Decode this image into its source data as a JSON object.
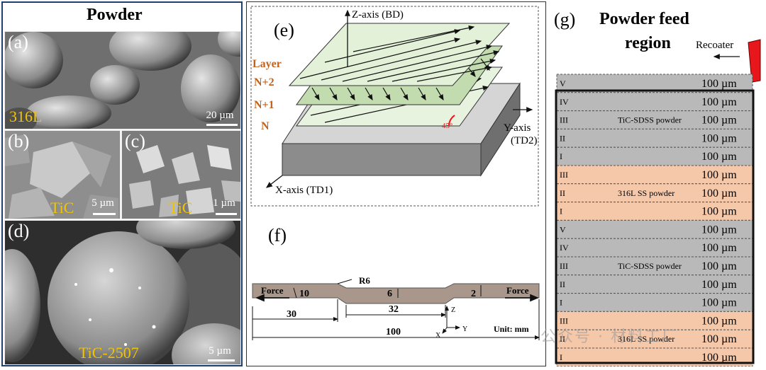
{
  "powder_panel": {
    "title": "Powder",
    "a": {
      "tag": "(a)",
      "material": "316L",
      "scale": "20 µm"
    },
    "b": {
      "tag": "(b)",
      "material": "TiC",
      "scale": "5 µm"
    },
    "c": {
      "tag": "(c)",
      "material": "TiC",
      "scale": "1 µm"
    },
    "d": {
      "tag": "(d)",
      "material": "TiC-2507",
      "scale": "5 µm"
    }
  },
  "scan_panel": {
    "tag": "(e)",
    "z_axis": "Z-axis (BD)",
    "y_axis": "Y-axis",
    "y_axis_sub": "(TD2)",
    "x_axis": "X-axis (TD1)",
    "layer_title": "Layer",
    "layers": [
      "N+2",
      "N+1",
      "N"
    ],
    "angle": "45°"
  },
  "specimen_panel": {
    "tag": "(f)",
    "radius": "R6",
    "force_left": "Force",
    "force_right": "Force",
    "dim_width": "10",
    "dim_gauge_width": "6",
    "dim_thickness": "2",
    "dim_grip": "30",
    "dim_gauge_length": "32",
    "dim_total": "100",
    "unit": "Unit: mm",
    "axis_z": "Z",
    "axis_y": "Y",
    "axis_x": "X"
  },
  "feed_panel": {
    "tag": "(g)",
    "title_line1": "Powder feed",
    "title_line2": "region",
    "recoater": "Recoater",
    "layers": [
      {
        "num": "V",
        "thickness": "100 µm",
        "type": "tic"
      },
      {
        "num": "IV",
        "thickness": "100 µm",
        "type": "tic"
      },
      {
        "num": "III",
        "thickness": "100 µm",
        "type": "tic",
        "label": "TiC-SDSS powder"
      },
      {
        "num": "II",
        "thickness": "100 µm",
        "type": "tic"
      },
      {
        "num": "I",
        "thickness": "100 µm",
        "type": "tic"
      },
      {
        "num": "III",
        "thickness": "100 µm",
        "type": "ss"
      },
      {
        "num": "II",
        "thickness": "100 µm",
        "type": "ss",
        "label": "316L SS powder"
      },
      {
        "num": "I",
        "thickness": "100 µm",
        "type": "ss"
      },
      {
        "num": "V",
        "thickness": "100 µm",
        "type": "tic"
      },
      {
        "num": "IV",
        "thickness": "100 µm",
        "type": "tic"
      },
      {
        "num": "III",
        "thickness": "100 µm",
        "type": "tic",
        "label": "TiC-SDSS powder"
      },
      {
        "num": "II",
        "thickness": "100 µm",
        "type": "tic"
      },
      {
        "num": "I",
        "thickness": "100 µm",
        "type": "tic"
      },
      {
        "num": "III",
        "thickness": "100 µm",
        "type": "ss"
      },
      {
        "num": "II",
        "thickness": "100 µm",
        "type": "ss",
        "label": "316L SS powder"
      },
      {
        "num": "I",
        "thickness": "100 µm",
        "type": "ss"
      }
    ],
    "colors": {
      "tic": "#b9b9b9",
      "ss": "#f6c8aa",
      "recoater": "#e8171c"
    }
  },
  "watermark": "公众号 · 材料工厂"
}
